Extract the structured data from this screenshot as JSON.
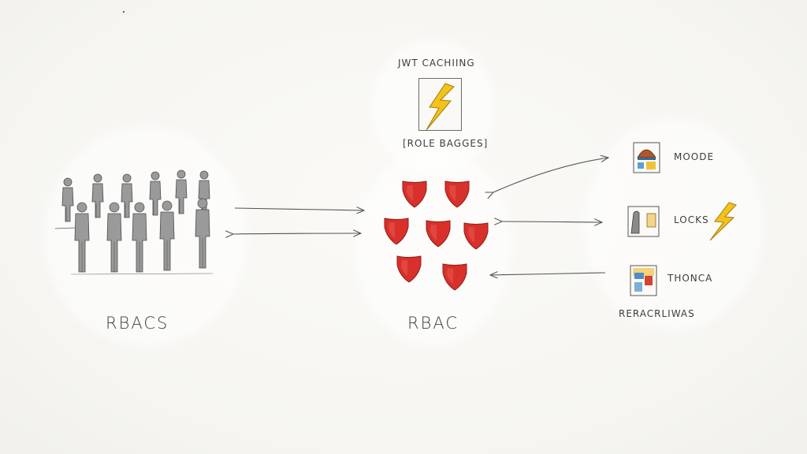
{
  "left_group": {
    "label": "RBACS"
  },
  "center_group": {
    "label": "RBAC",
    "top_title": "JWT CACHIING",
    "top_caption": "[ROLE BAGGES]"
  },
  "right_group": {
    "items": [
      {
        "label": "MOODE"
      },
      {
        "label": "LOCKS"
      },
      {
        "label": "THONCA"
      }
    ],
    "caption": "RERACRLIWAS"
  },
  "colors": {
    "shield": "#d8302a",
    "lightning": "#f3c21b",
    "figure": "#8d8d8d"
  },
  "icons": [
    "people-icon",
    "shield-icon",
    "lightning-icon",
    "document-icon",
    "arrow-icon"
  ]
}
